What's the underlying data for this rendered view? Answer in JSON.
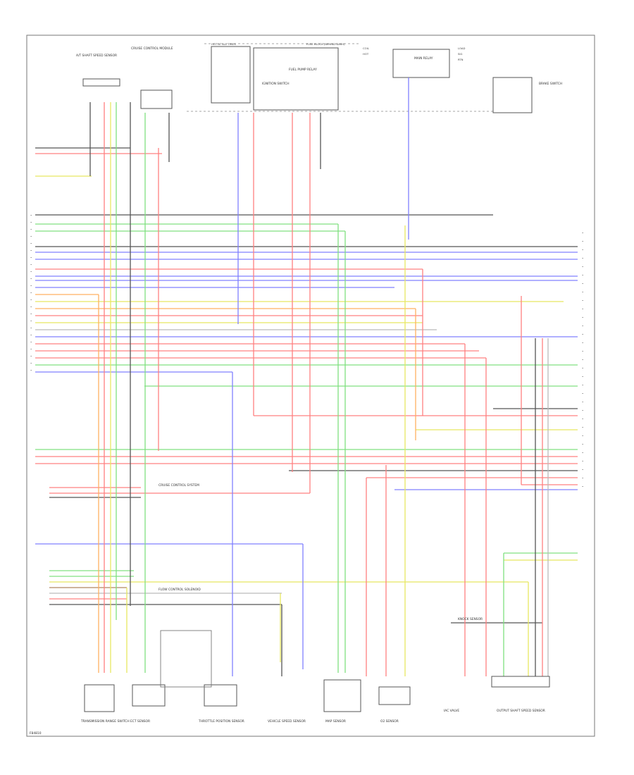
{
  "diagram": {
    "page_code": "F84810",
    "fuse_header_left": "HOT AT ALL TIMES",
    "fuse_header_right": "FUSE BLOCK (BEHIND DASH)",
    "note_cruise": "CRUISE CONTROL SYSTEM",
    "note_shift": "FLOW CONTROL SOLENOID",
    "wire_colors": {
      "black": "#555555",
      "red": "#ff8080",
      "blue": "#8080ff",
      "green": "#80e080",
      "yellow": "#e8e860",
      "orange": "#ffb060",
      "gray": "#bbbbbb",
      "brown": "#b08860",
      "pink": "#ff9fb0"
    },
    "components": [
      {
        "id": "top-left-sensor",
        "label": "A/T SHAFT SPEED SENSOR"
      },
      {
        "id": "top-module",
        "label": "CRUISE CONTROL MODULE"
      },
      {
        "id": "ignition-switch",
        "label": "IGNITION SWITCH"
      },
      {
        "id": "fuse-relay",
        "label": "FUEL PUMP RELAY"
      },
      {
        "id": "right-relay",
        "label": "MAIN RELAY"
      },
      {
        "id": "right-switch",
        "label": "BRAKE SWITCH"
      },
      {
        "id": "trans-range-switch",
        "label": "TRANSMISSION RANGE SWITCH"
      },
      {
        "id": "ect-sensor",
        "label": "ECT SENSOR"
      },
      {
        "id": "throttle-sensor",
        "label": "THROTTLE POSITION SENSOR"
      },
      {
        "id": "vehicle-speed",
        "label": "VEHICLE SPEED SENSOR"
      },
      {
        "id": "map-sensor",
        "label": "MAP SENSOR"
      },
      {
        "id": "o2-sensor",
        "label": "O2 SENSOR"
      },
      {
        "id": "iac-valve",
        "label": "IAC VALVE"
      },
      {
        "id": "knock-sensor",
        "label": "KNOCK SENSOR"
      },
      {
        "id": "output-sensor",
        "label": "OUTPUT SHAFT SPEED SENSOR"
      }
    ]
  }
}
